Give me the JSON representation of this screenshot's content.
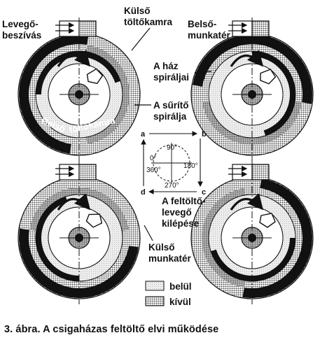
{
  "labels": {
    "air_intake_line1": "Levegő-",
    "air_intake_line2": "beszívás",
    "outer_chamber_line1": "Külső",
    "outer_chamber_line2": "töltőkamra",
    "inner_workspace_line1": "Belső-",
    "inner_workspace_line2": "munkatér",
    "housing_spirals_line1": "A ház",
    "housing_spirals_line2": "spiráljai",
    "compressor_spiral_line1": "A sűrítő",
    "compressor_spiral_line2": "spirálja",
    "inner_chamber_word1": "Belső",
    "inner_chamber_word2": "töltőkamra",
    "air_exit_line1": "A feltöltő-",
    "air_exit_line2": "levegő",
    "air_exit_line3": "kilépése",
    "outer_workspace_line1": "Külső",
    "outer_workspace_line2": "munkatér"
  },
  "phase_diagram": {
    "a": "a",
    "b": "b",
    "c": "c",
    "d": "d",
    "deg0": "0°",
    "deg90": "90°",
    "deg180": "180°",
    "deg270": "270°",
    "deg360": "360°"
  },
  "legend": {
    "inside": "belül",
    "outside": "kívül"
  },
  "caption": "3. ábra. A csigaházas feltöltő elvi működése",
  "colors": {
    "ink": "#111111",
    "light_fill": "#e6e6e6",
    "dot_fill": "#9a9a9a",
    "paper": "#ffffff"
  }
}
